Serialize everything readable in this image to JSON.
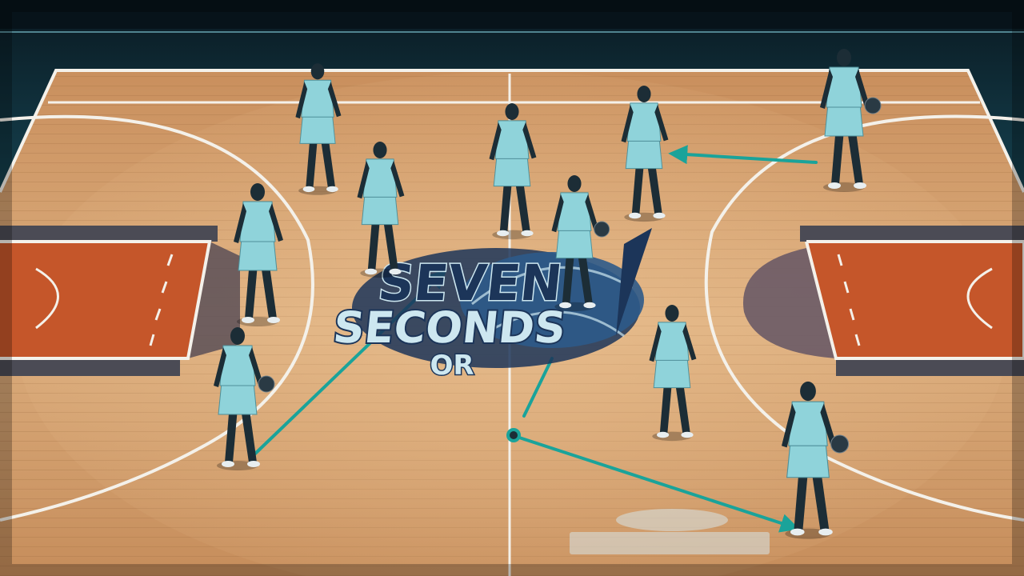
{
  "scene": {
    "subject": "basketball court play diagram",
    "colors": {
      "stands": "#0d2f3d",
      "stands_light": "#1d5f73",
      "floor_light": "#d9a877",
      "floor_dark": "#b97e4f",
      "paint": "#c5562a",
      "court_line": "#f4f1ea",
      "player_jersey": "#8fd3da",
      "player_skin": "#1c2d36",
      "play_arrow": "#1aa39a",
      "logo_navy": "#1c3559",
      "logo_light": "#cde7f0"
    }
  },
  "logo": {
    "line1": "SEVEN",
    "line2": "SECONDS",
    "line3": "OR"
  },
  "players": [
    {
      "id": "p1",
      "has_ball": false
    },
    {
      "id": "p2",
      "has_ball": true
    },
    {
      "id": "p3",
      "has_ball": false
    },
    {
      "id": "p4",
      "has_ball": false
    },
    {
      "id": "p5",
      "has_ball": false
    },
    {
      "id": "p6",
      "has_ball": true
    },
    {
      "id": "p7",
      "has_ball": false
    },
    {
      "id": "p8",
      "has_ball": true
    },
    {
      "id": "p9",
      "has_ball": false
    },
    {
      "id": "p10",
      "has_ball": true
    },
    {
      "id": "p11",
      "has_ball": true
    }
  ]
}
